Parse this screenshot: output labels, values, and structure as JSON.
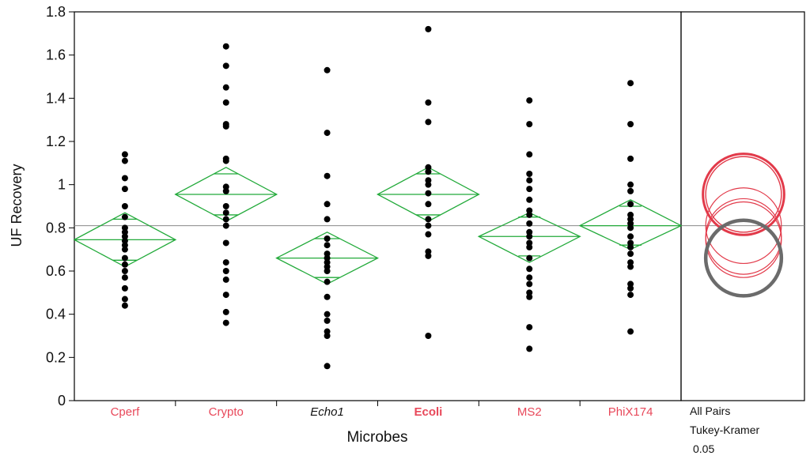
{
  "chart_data": {
    "type": "scatter",
    "subtype": "oneway-analysis-with-means-diamonds",
    "xlabel": "Microbes",
    "ylabel": "UF Recovery",
    "ylim": [
      0,
      1.8
    ],
    "yticks": [
      0,
      0.2,
      0.4,
      0.6,
      0.8,
      1,
      1.2,
      1.4,
      1.6,
      1.8
    ],
    "ytick_labels": [
      "0",
      "0.2",
      "0.4",
      "0.6",
      "0.8",
      "1",
      "1.2",
      "1.4",
      "1.6",
      "1.8"
    ],
    "grand_mean": 0.81,
    "categories": [
      "Cperf",
      "Crypto",
      "Echo1",
      "Ecoli",
      "MS2",
      "PhiX174"
    ],
    "category_label_style": [
      {
        "color": "#e8485a",
        "italic": false,
        "bold": false
      },
      {
        "color": "#e8485a",
        "italic": false,
        "bold": false
      },
      {
        "color": "#111111",
        "italic": true,
        "bold": false
      },
      {
        "color": "#e8485a",
        "italic": false,
        "bold": true
      },
      {
        "color": "#e8485a",
        "italic": false,
        "bold": false
      },
      {
        "color": "#e8485a",
        "italic": false,
        "bold": false
      }
    ],
    "groups": [
      {
        "name": "Cperf",
        "mean": 0.745,
        "ci": [
          0.62,
          0.87
        ],
        "overlap_marks": [
          0.65,
          0.84
        ],
        "values": [
          1.14,
          1.11,
          1.03,
          0.98,
          0.9,
          0.85,
          0.8,
          0.78,
          0.76,
          0.74,
          0.72,
          0.7,
          0.66,
          0.63,
          0.6,
          0.57,
          0.52,
          0.47,
          0.44
        ]
      },
      {
        "name": "Crypto",
        "mean": 0.955,
        "ci": [
          0.83,
          1.08
        ],
        "overlap_marks": [
          0.86,
          1.05
        ],
        "values": [
          1.64,
          1.55,
          1.45,
          1.38,
          1.28,
          1.27,
          1.12,
          1.11,
          0.99,
          0.97,
          0.9,
          0.87,
          0.84,
          0.81,
          0.73,
          0.64,
          0.6,
          0.56,
          0.49,
          0.41,
          0.36
        ]
      },
      {
        "name": "Echo1",
        "mean": 0.66,
        "ci": [
          0.54,
          0.78
        ],
        "overlap_marks": [
          0.57,
          0.75
        ],
        "values": [
          1.53,
          1.24,
          1.04,
          0.91,
          0.84,
          0.75,
          0.72,
          0.68,
          0.66,
          0.64,
          0.62,
          0.6,
          0.55,
          0.48,
          0.4,
          0.37,
          0.32,
          0.3,
          0.16
        ]
      },
      {
        "name": "Ecoli",
        "mean": 0.955,
        "ci": [
          0.83,
          1.08
        ],
        "overlap_marks": [
          0.86,
          1.05
        ],
        "values": [
          1.72,
          1.38,
          1.29,
          1.08,
          1.06,
          1.02,
          1.0,
          0.96,
          0.91,
          0.84,
          0.81,
          0.77,
          0.69,
          0.67,
          0.3
        ]
      },
      {
        "name": "MS2",
        "mean": 0.76,
        "ci": [
          0.64,
          0.87
        ],
        "overlap_marks": [
          0.67,
          0.85
        ],
        "values": [
          1.39,
          1.28,
          1.14,
          1.05,
          1.02,
          0.98,
          0.93,
          0.88,
          0.86,
          0.82,
          0.78,
          0.76,
          0.73,
          0.71,
          0.66,
          0.61,
          0.57,
          0.54,
          0.5,
          0.48,
          0.34,
          0.24
        ]
      },
      {
        "name": "PhiX174",
        "mean": 0.81,
        "ci": [
          0.7,
          0.93
        ],
        "overlap_marks": [
          0.72,
          0.9
        ],
        "values": [
          1.47,
          1.28,
          1.12,
          1.0,
          0.97,
          0.91,
          0.86,
          0.84,
          0.82,
          0.8,
          0.76,
          0.73,
          0.71,
          0.68,
          0.64,
          0.62,
          0.54,
          0.52,
          0.49,
          0.32
        ]
      }
    ],
    "comparison_circles": {
      "test_labels": [
        "All Pairs",
        "Tukey-Kramer",
        "0.05"
      ],
      "circles": [
        {
          "center": 0.955,
          "selected": false,
          "count": 2
        },
        {
          "center": 0.81,
          "selected": false,
          "count": 1
        },
        {
          "center": 0.76,
          "selected": false,
          "count": 1
        },
        {
          "center": 0.745,
          "selected": false,
          "count": 1
        },
        {
          "center": 0.66,
          "selected": true,
          "count": 1
        }
      ],
      "radius": 0.175,
      "selected_color": "#6b6b6b",
      "unselected_color": "#e23a4a"
    },
    "colors": {
      "diamond": "#22aa3a",
      "points": "#000000",
      "grand_mean_line": "#888888",
      "axes": "#000000"
    },
    "grid": false
  }
}
